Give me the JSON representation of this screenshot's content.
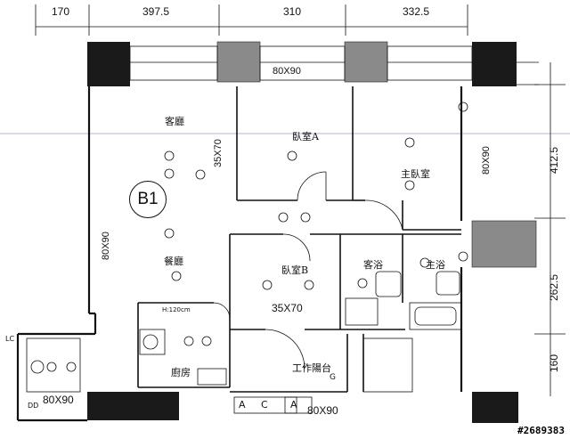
{
  "top_dimensions": [
    "170",
    "397.5",
    "310",
    "332.5"
  ],
  "right_dimensions": [
    "412.5",
    "262.5",
    "160"
  ],
  "unit_label": "B1",
  "rooms": {
    "living": "客廳",
    "dining": "餐廳",
    "bedroom_a": "臥室A",
    "master_bedroom": "主臥室",
    "bedroom_b": "臥室B",
    "guest_bath": "客浴",
    "master_bath": "主浴",
    "kitchen": "廚房",
    "work_balcony": "工作陽台"
  },
  "sizes": {
    "window_top": "80X90",
    "left_wall": "80X90",
    "right_wall": "80X90",
    "column_left": "35X70",
    "bedroom_b_size": "35X70",
    "bottom_left": "80X90",
    "bottom_right": "80X90"
  },
  "notes": {
    "kitchen_height": "H:120cm"
  },
  "symbols": {
    "ac_left": "A",
    "ac_c": "C",
    "ac_right": "A",
    "lc": "LC",
    "dd": "DD",
    "g": "G"
  },
  "watermark": "#2689383",
  "colors": {
    "line": "#111111",
    "column": "#1a1a1a",
    "gray_column": "#8a8a8a",
    "grid_line": "#b3b3d9"
  }
}
